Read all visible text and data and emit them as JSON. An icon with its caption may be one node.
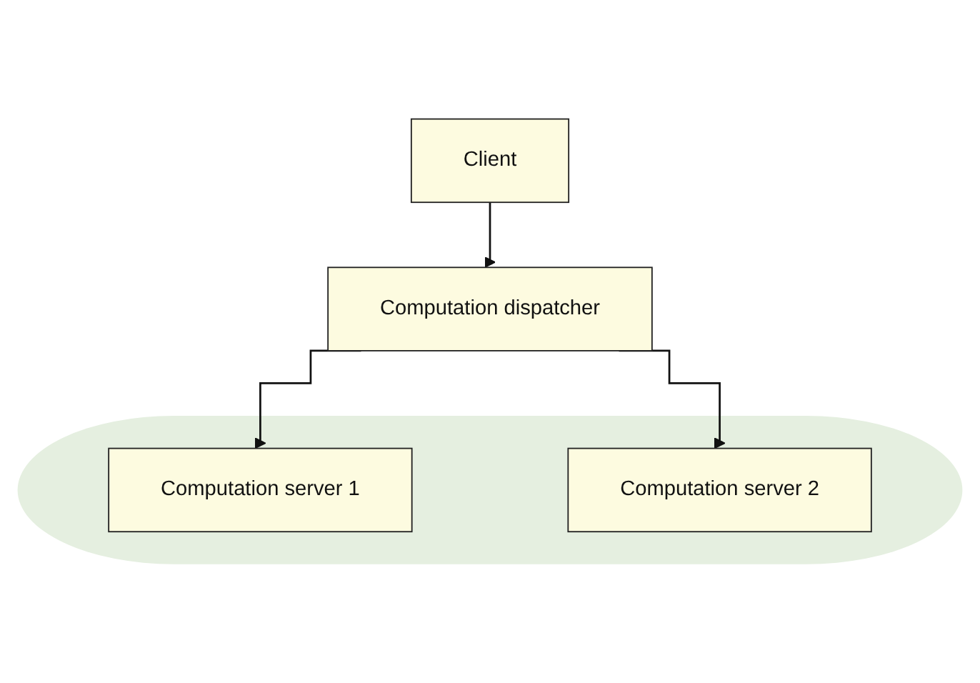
{
  "diagram": {
    "nodes": [
      {
        "text": [
          "Client"
        ]
      },
      {
        "text": [
          "Computation dispatcher"
        ]
      },
      {
        "text": [],
        "shape": "ellipse"
      },
      {
        "text": [
          "Computation server 1"
        ],
        "in": 2
      },
      {
        "text": [
          "Computation server 2"
        ],
        "in": 2
      }
    ],
    "edges": [
      {
        "from": 0,
        "to": 1,
        "arrow": "to"
      },
      {
        "from": 1,
        "to": 3,
        "arrow": "to"
      },
      {
        "from": 1,
        "to": 4,
        "arrow": "to"
      }
    ]
  }
}
